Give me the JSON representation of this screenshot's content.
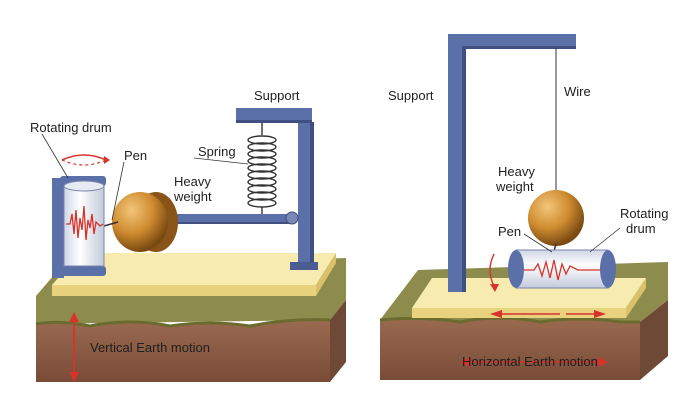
{
  "left_panel": {
    "labels": {
      "rotating_drum": "Rotating drum",
      "pen": "Pen",
      "heavy_weight_line1": "Heavy",
      "heavy_weight_line2": "weight",
      "spring": "Spring",
      "support": "Support",
      "motion": "Vertical Earth motion"
    }
  },
  "right_panel": {
    "labels": {
      "support": "Support",
      "wire": "Wire",
      "heavy_weight_line1": "Heavy",
      "heavy_weight_line2": "weight",
      "pen": "Pen",
      "rotating_drum_line1": "Rotating",
      "rotating_drum_line2": "drum",
      "motion": "Horizontal Earth motion"
    }
  },
  "colors": {
    "support_metal": "#5b6fa8",
    "platform": "#f6e7a0",
    "ground_top": "#8a8a4a",
    "ground_side": "#8a5a44",
    "weight": "#c98a2e",
    "trace": "#d8332a",
    "arrow": "#d8332a"
  }
}
